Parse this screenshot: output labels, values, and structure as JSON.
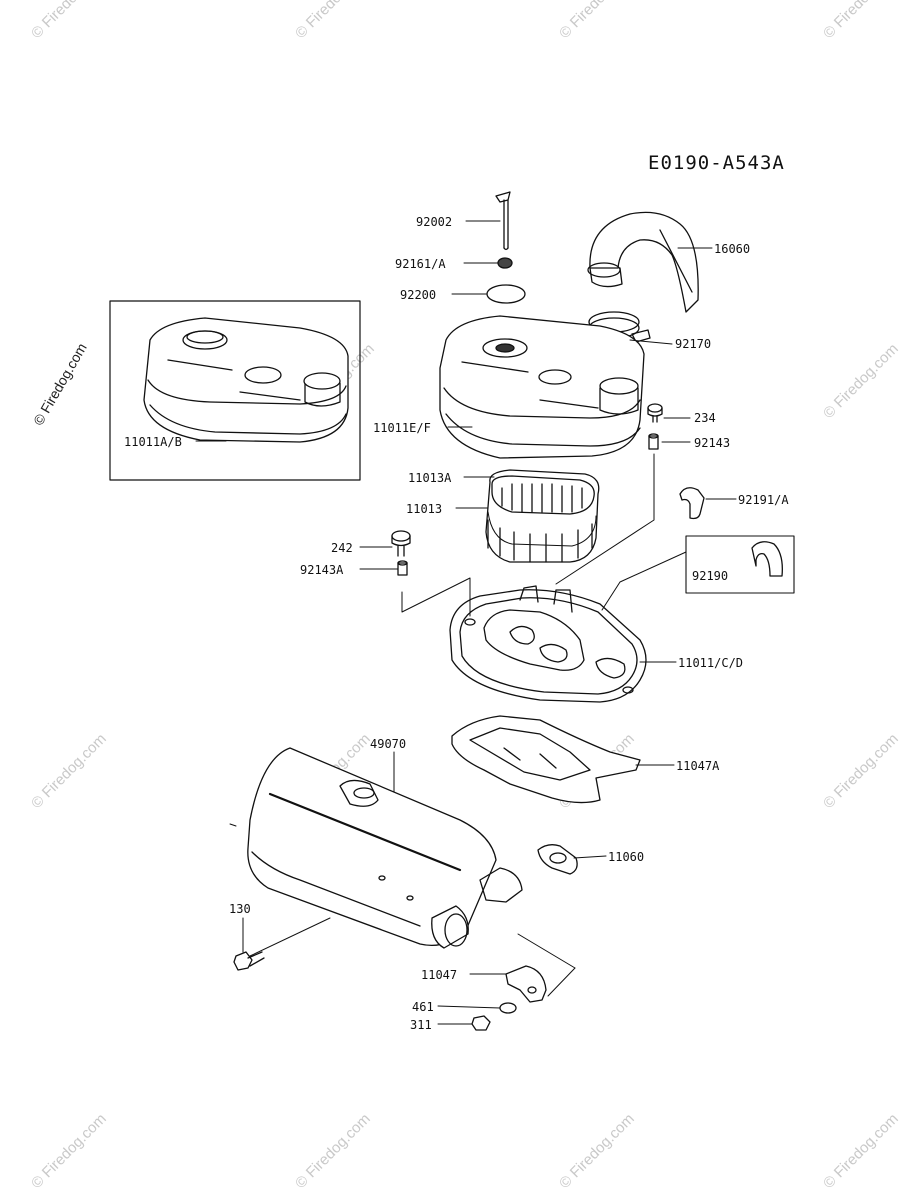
{
  "diagram": {
    "code": "E0190-A543A",
    "watermark": "© Firedog.com",
    "parts": [
      {
        "id": "p92002",
        "label": "92002"
      },
      {
        "id": "p92161",
        "label": "92161/A"
      },
      {
        "id": "p92200",
        "label": "92200"
      },
      {
        "id": "p16060",
        "label": "16060"
      },
      {
        "id": "p92170",
        "label": "92170"
      },
      {
        "id": "p11011AB",
        "label": "11011A/B"
      },
      {
        "id": "p11011EF",
        "label": "11011E/F"
      },
      {
        "id": "p234",
        "label": "234"
      },
      {
        "id": "p92143",
        "label": "92143"
      },
      {
        "id": "p11013A",
        "label": "11013A"
      },
      {
        "id": "p11013",
        "label": "11013"
      },
      {
        "id": "p92191",
        "label": "92191/A"
      },
      {
        "id": "p242",
        "label": "242"
      },
      {
        "id": "p92143A",
        "label": "92143A"
      },
      {
        "id": "p92190",
        "label": "92190"
      },
      {
        "id": "p11011CD",
        "label": "11011/C/D"
      },
      {
        "id": "p49070",
        "label": "49070"
      },
      {
        "id": "p11047A",
        "label": "11047A"
      },
      {
        "id": "p11060",
        "label": "11060"
      },
      {
        "id": "p130",
        "label": "130"
      },
      {
        "id": "p11047",
        "label": "11047"
      },
      {
        "id": "p461",
        "label": "461"
      },
      {
        "id": "p311",
        "label": "311"
      }
    ]
  }
}
